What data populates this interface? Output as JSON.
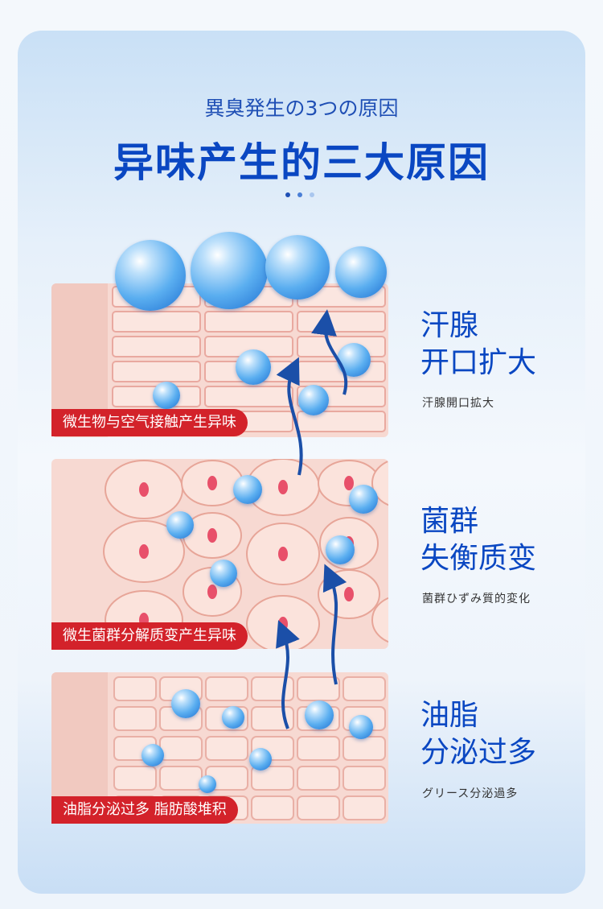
{
  "header": {
    "subtitle": "異臭発生の3つの原因",
    "title": "异味产生的三大原因",
    "dot_colors": [
      "#1f4fb5",
      "#4a7fd6",
      "#a9c6ee"
    ]
  },
  "colors": {
    "accent": "#0a47c2",
    "label_bg": "#d3222a",
    "skin": "#f7d9d2",
    "nucleus": "#e8506a"
  },
  "causes": [
    {
      "title_line1": "汗腺",
      "title_line2": "开口扩大",
      "subtitle": "汗腺開口拡大",
      "label": "微生物与空气接触产生异味"
    },
    {
      "title_line1": "菌群",
      "title_line2": "失衡质变",
      "subtitle": "菌群ひずみ質的変化",
      "label": "微生菌群分解质变产生异味"
    },
    {
      "title_line1": "油脂",
      "title_line2": "分泌过多",
      "subtitle": "グリース分泌過多",
      "label": "油脂分泌过多 脂肪酸堆积"
    }
  ]
}
